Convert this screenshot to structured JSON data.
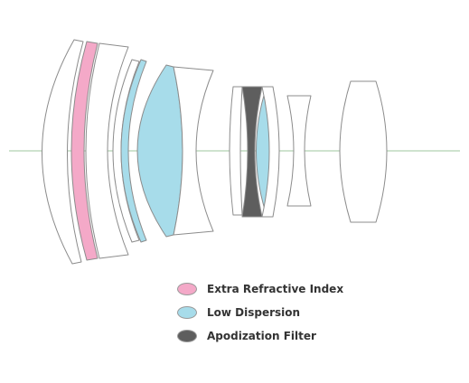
{
  "colors": {
    "extra_refractive": "#f4a9c8",
    "low_dispersion": "#a7dcea",
    "apodization": "#5e5e5e",
    "outline": "#8c8c8c",
    "optical_axis": "#9fc79f"
  },
  "legend": [
    {
      "label": "Extra Refractive Index",
      "color": "#f4a9c8"
    },
    {
      "label": "Low Dispersion",
      "color": "#a7dcea"
    },
    {
      "label": "Apodization Filter",
      "color": "#5e5e5e"
    }
  ]
}
